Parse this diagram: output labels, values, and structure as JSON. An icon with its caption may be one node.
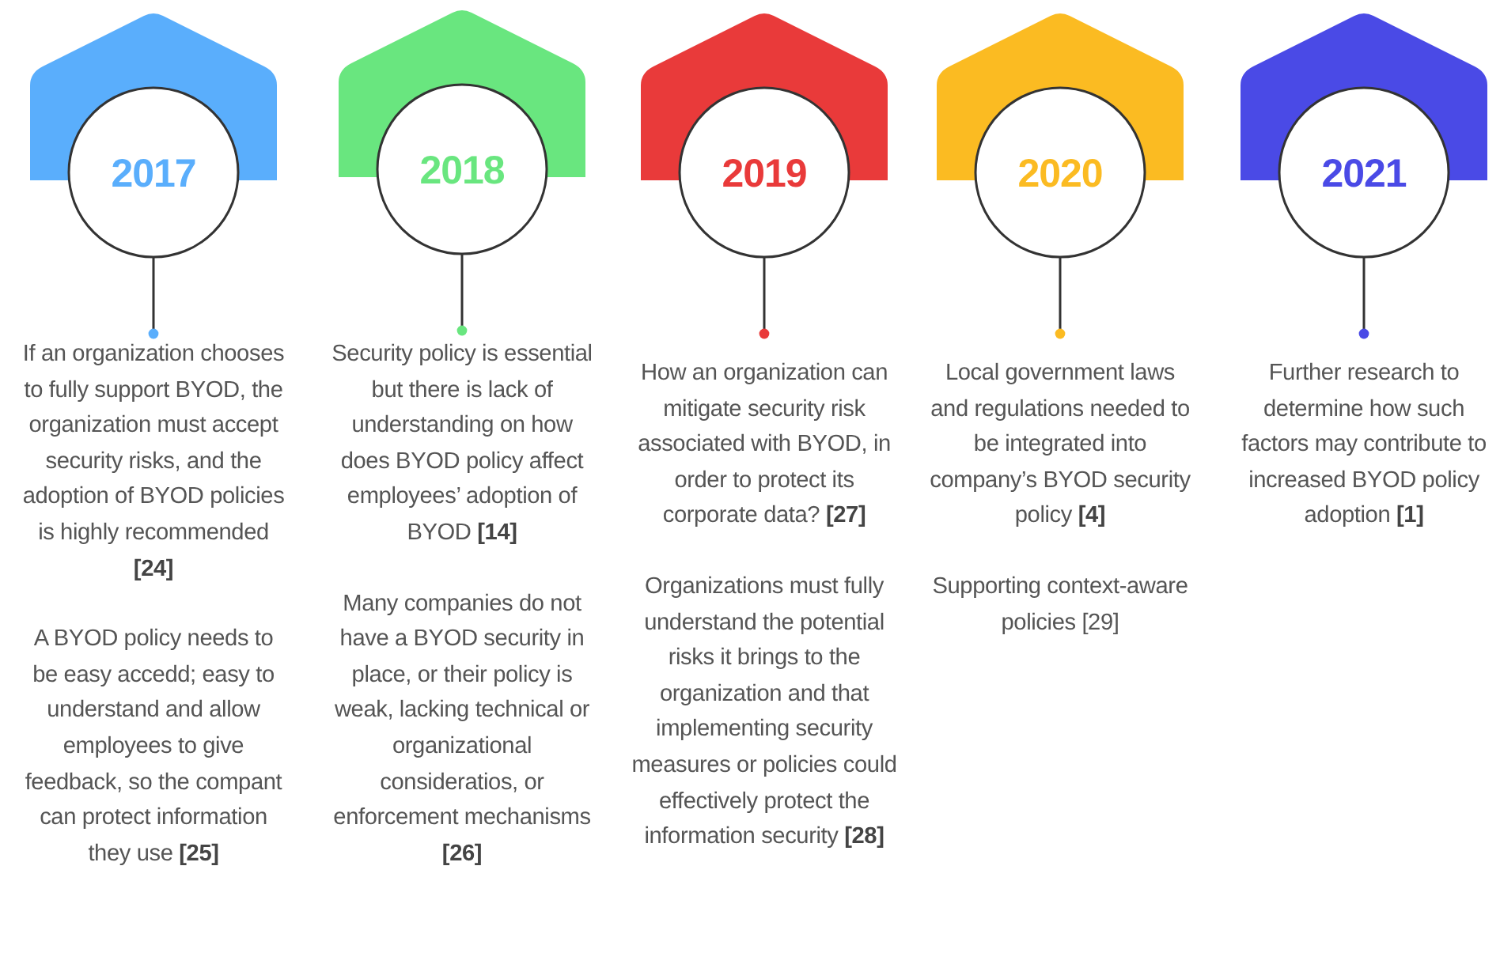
{
  "diagram": {
    "nodes": [
      {
        "text": [
          "2017"
        ],
        "beside": [
          "If an organization chooses to fully support BYOD, the organization must accept security risks, and the adoption of BYOD policies is highly recommended **[24]**",
          "A BYOD policy needs to be easy accedd; easy to understand and allow employees to give feedback, so the compant can protect information they use **[25]**"
        ]
      },
      {
        "text": [
          "2018"
        ],
        "beside": [
          "Security policy is essential but there is lack of understanding on how does BYOD policy affect employees’ adoption of BYOD **[14]**",
          "Many companies do not have a BYOD security in place, or their policy is weak, lacking technical or organizational consideratios, or enforcement mechanisms **[26]**"
        ]
      },
      {
        "text": [
          "2019"
        ],
        "beside": [
          "How an organization can mitigate security risk associated with BYOD, in order to protect its corporate data? **[27]**",
          "Organizations must fully understand the potential risks it brings to the organization and that implementing security measures or policies could effectively protect the information security **[28]**"
        ]
      },
      {
        "text": [
          "2020"
        ],
        "beside": [
          "Local government laws and regulations needed to be integrated into company’s BYOD security policy **[4]**",
          "Supporting context-aware policies [29]"
        ]
      },
      {
        "text": [
          "2021"
        ],
        "beside": [
          "Further research to determine how such factors may contribute to increased BYOD policy adoption **[1]**"
        ]
      }
    ]
  }
}
